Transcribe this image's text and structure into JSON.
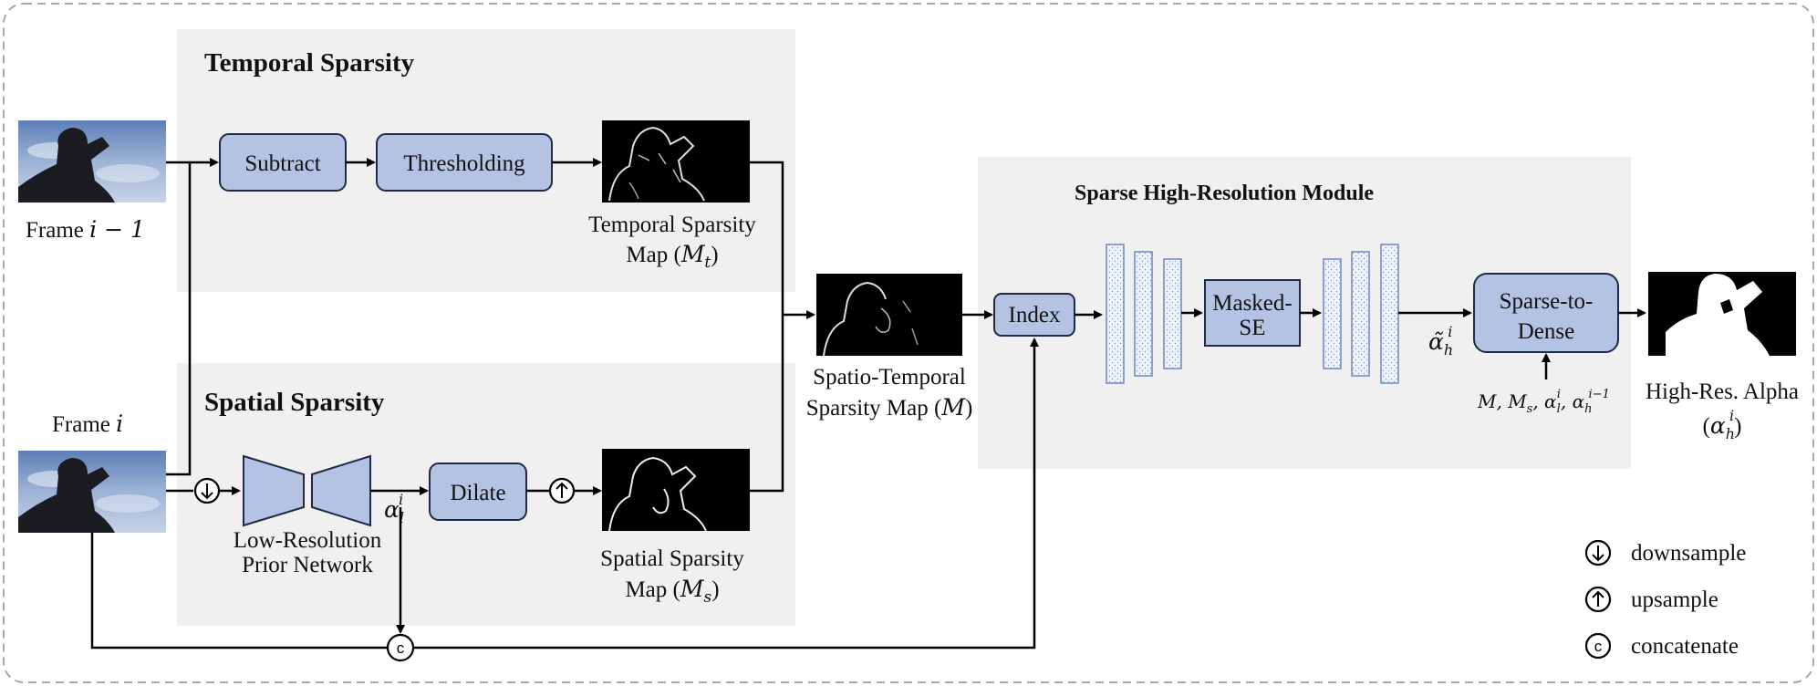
{
  "sections": {
    "temporal_title": "Temporal Sparsity",
    "spatial_title": "Spatial Sparsity",
    "sparse_module_title": "Sparse High-Resolution Module"
  },
  "frames": {
    "prev_label_text": "Frame ",
    "prev_label_math": "i − 1",
    "cur_label_text": "Frame ",
    "cur_label_math": "i"
  },
  "blocks": {
    "subtract": "Subtract",
    "thresholding": "Thresholding",
    "dilate": "Dilate",
    "index": "Index",
    "masked_se_line1": "Masked-",
    "masked_se_line2": "SE",
    "sparse_to_dense_line1": "Sparse-to-",
    "sparse_to_dense_line2": "Dense"
  },
  "maps": {
    "temporal_line1": "Temporal Sparsity",
    "temporal_line2_text": "Map (",
    "temporal_line2_math": "M",
    "temporal_line2_sub": "t",
    "temporal_line2_end": ")",
    "spatial_line1": "Spatial Sparsity",
    "spatial_line2_text": "Map (",
    "spatial_line2_math": "M",
    "spatial_line2_sub": "s",
    "spatial_line2_end": ")",
    "st_line1": "Spatio-Temporal",
    "st_line2_text": "Sparsity Map (",
    "st_line2_math": "M",
    "st_line2_end": ")"
  },
  "network": {
    "lr_line1": "Low-Resolution",
    "lr_line2": "Prior Network",
    "alpha_l": "α",
    "alpha_l_sub": "l",
    "alpha_l_sup": "i"
  },
  "output": {
    "alpha_tilde": "α̃",
    "alpha_tilde_sub": "h",
    "alpha_tilde_sup": "i",
    "inputs_label": "M, M",
    "inputs_label_rest": ", α",
    "inputs_label_rest2": ", α",
    "inputs_s": "s",
    "inputs_l": "l",
    "inputs_h": "h",
    "inputs_i": "i",
    "inputs_i2": "i−1",
    "final_line1": "High-Res. Alpha",
    "final_open": "(",
    "final_alpha": "α",
    "final_sub": "h",
    "final_sup": "i",
    "final_close": ")"
  },
  "legend": {
    "downsample": "downsample",
    "upsample": "upsample",
    "concatenate": "concatenate",
    "concat_symbol": "c"
  },
  "colors": {
    "block_fill": "#b4c3e3",
    "block_stroke": "#1f2a44",
    "panel_fill": "#f0f0f0",
    "feature_stroke": "#6f87c4",
    "feature_fill": "#eef2fa"
  }
}
